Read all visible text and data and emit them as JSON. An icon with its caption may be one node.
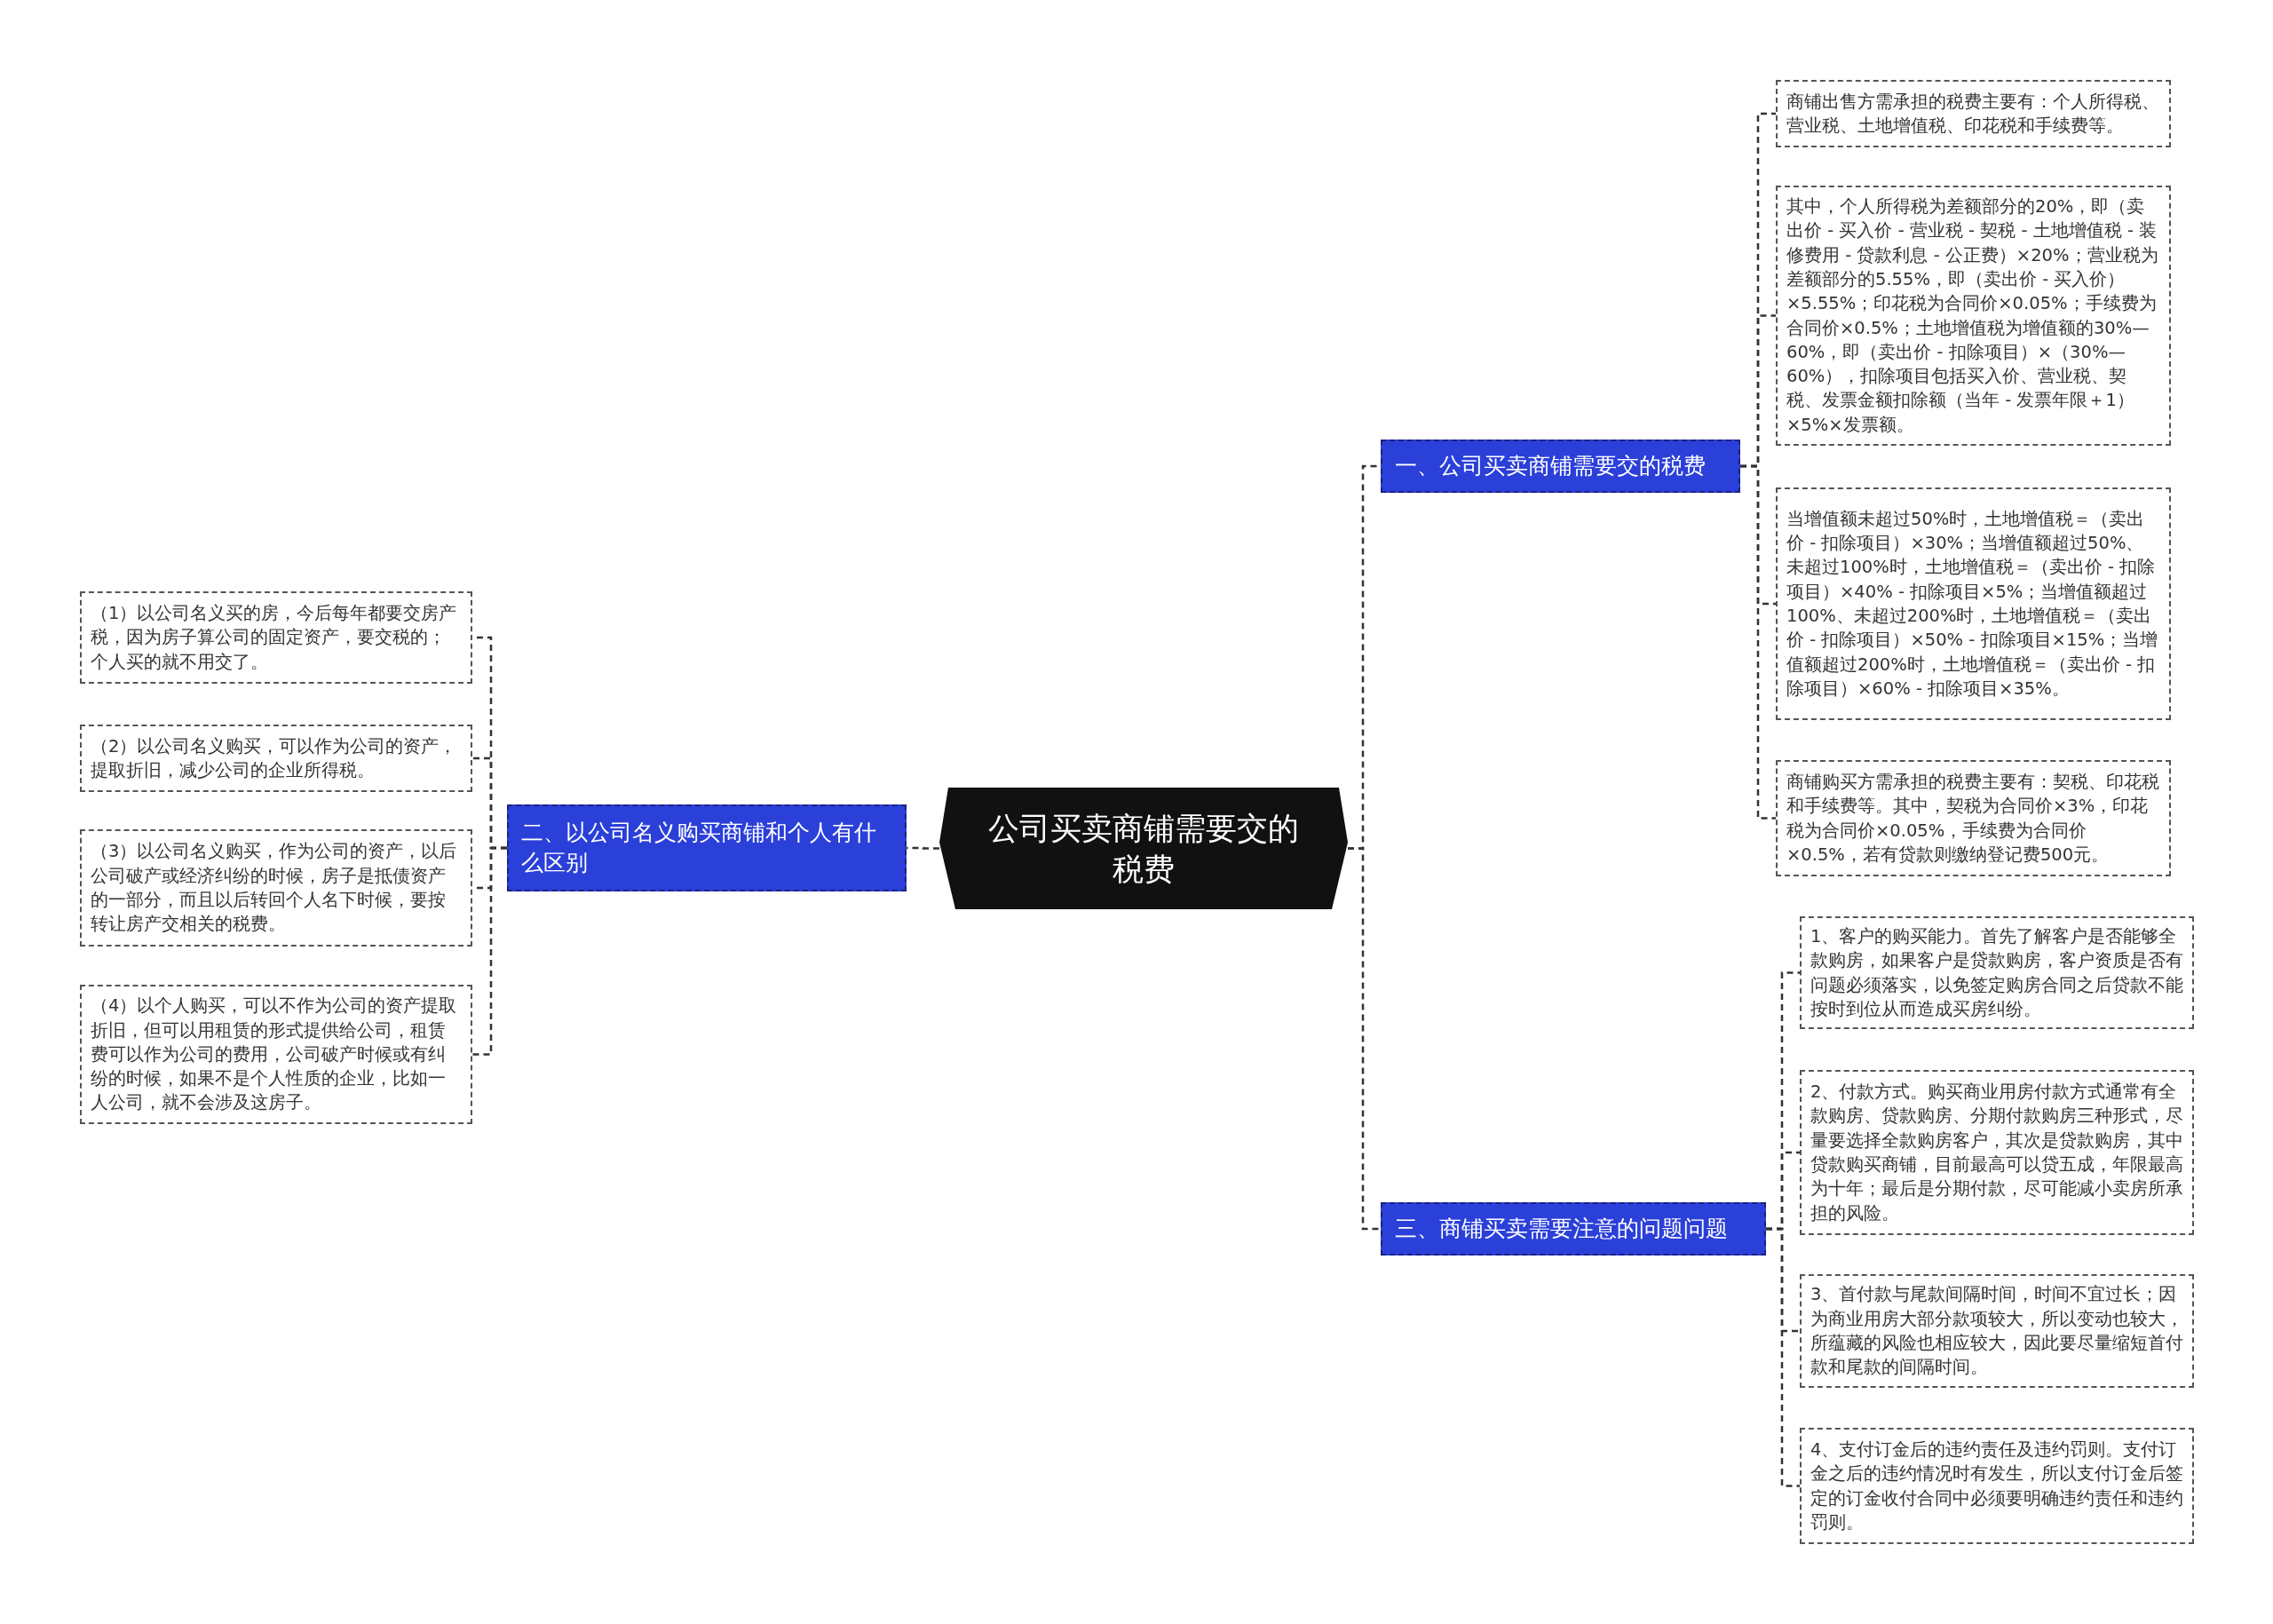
{
  "diagram": {
    "nodes": [
      {
        "text": [
          "公司买卖商铺需要交的税费"
        ]
      },
      {
        "text": [
          "一、公司买卖商铺需要交的税费"
        ]
      },
      {
        "text": [
          "商铺出售方需承担的税费主要有：个人所得税、营业税、土地增值税、印花税和手续费等。"
        ]
      },
      {
        "text": [
          "其中，个人所得税为差额部分的20%，即（卖出价 - 买入价 - 营业税 - 契税 - 土地增值税 - 装修费用 - 贷款利息 - 公正费）×20%；营业税为差额部分的5.55%，即（卖出价 - 买入价）×5.55%；印花税为合同价×0.05%；手续费为合同价×0.5%；土地增值税为增值额的30%—60%，即（卖出价 - 扣除项目）×（30%—60%），扣除项目包括买入价、营业税、契税、发票金额扣除额（当年 - 发票年限＋1）×5%×发票额。"
        ]
      },
      {
        "text": [
          "当增值额未超过50%时，土地增值税＝（卖出价 - 扣除项目）×30%；当增值额超过50%、未超过100%时，土地增值税＝（卖出价 - 扣除项目）×40% - 扣除项目×5%；当增值额超过100%、未超过200%时，土地增值税＝（卖出价 - 扣除项目）×50% - 扣除项目×15%；当增值额超过200%时，土地增值税＝（卖出价 - 扣除项目）×60% - 扣除项目×35%。"
        ]
      },
      {
        "text": [
          "商铺购买方需承担的税费主要有：契税、印花税和手续费等。其中，契税为合同价×3%，印花税为合同价×0.05%，手续费为合同价×0.5%，若有贷款则缴纳登记费500元。"
        ]
      },
      {
        "text": [
          "二、以公司名义购买商铺和个人有什么区别"
        ]
      },
      {
        "text": [
          "（1）以公司名义买的房，今后每年都要交房产税，因为房子算公司的固定资产，要交税的；个人买的就不用交了。"
        ]
      },
      {
        "text": [
          "（2）以公司名义购买，可以作为公司的资产，提取折旧，减少公司的企业所得税。"
        ]
      },
      {
        "text": [
          "（3）以公司名义购买，作为公司的资产，以后公司破产或经济纠纷的时候，房子是抵债资产的一部分，而且以后转回个人名下时候，要按转让房产交相关的税费。"
        ]
      },
      {
        "text": [
          "（4）以个人购买，可以不作为公司的资产提取折旧，但可以用租赁的形式提供给公司，租赁费可以作为公司的费用，公司破产时候或有纠纷的时候，如果不是个人性质的企业，比如一人公司，就不会涉及这房子。"
        ]
      },
      {
        "text": [
          "三、商铺买卖需要注意的问题问题"
        ]
      },
      {
        "text": [
          "1、客户的购买能力。首先了解客户是否能够全款购房，如果客户是贷款购房，客户资质是否有问题必须落实，以免签定购房合同之后贷款不能按时到位从而造成买房纠纷。"
        ]
      },
      {
        "text": [
          "2、付款方式。购买商业用房付款方式通常有全款购房、贷款购房、分期付款购房三种形式，尽量要选择全款购房客户，其次是贷款购房，其中贷款购买商铺，目前最高可以贷五成，年限最高为十年；最后是分期付款，尽可能减小卖房所承担的风险。"
        ]
      },
      {
        "text": [
          "3、首付款与尾款间隔时间，时间不宜过长；因为商业用房大部分款项较大，所以变动也较大，所蕴藏的风险也相应较大，因此要尽量缩短首付款和尾款的间隔时间。"
        ]
      },
      {
        "text": [
          "4、支付订金后的违约责任及违约罚则。支付订金之后的违约情况时有发生，所以支付订金后签定的订金收付合同中必须要明确违约责任和违约罚则。"
        ]
      }
    ],
    "edges": [
      {
        "from": 0,
        "to": 1,
        "arrow": "none"
      },
      {
        "from": 1,
        "to": 2,
        "arrow": "none"
      },
      {
        "from": 1,
        "to": 3,
        "arrow": "none"
      },
      {
        "from": 1,
        "to": 4,
        "arrow": "none"
      },
      {
        "from": 1,
        "to": 5,
        "arrow": "none"
      },
      {
        "from": 0,
        "to": 6,
        "arrow": "none"
      },
      {
        "from": 6,
        "to": 7,
        "arrow": "none"
      },
      {
        "from": 6,
        "to": 8,
        "arrow": "none"
      },
      {
        "from": 6,
        "to": 9,
        "arrow": "none"
      },
      {
        "from": 6,
        "to": 10,
        "arrow": "none"
      },
      {
        "from": 0,
        "to": 11,
        "arrow": "none"
      },
      {
        "from": 11,
        "to": 12,
        "arrow": "none"
      },
      {
        "from": 11,
        "to": 13,
        "arrow": "none"
      },
      {
        "from": 11,
        "to": 14,
        "arrow": "none"
      },
      {
        "from": 11,
        "to": 15,
        "arrow": "none"
      }
    ]
  }
}
